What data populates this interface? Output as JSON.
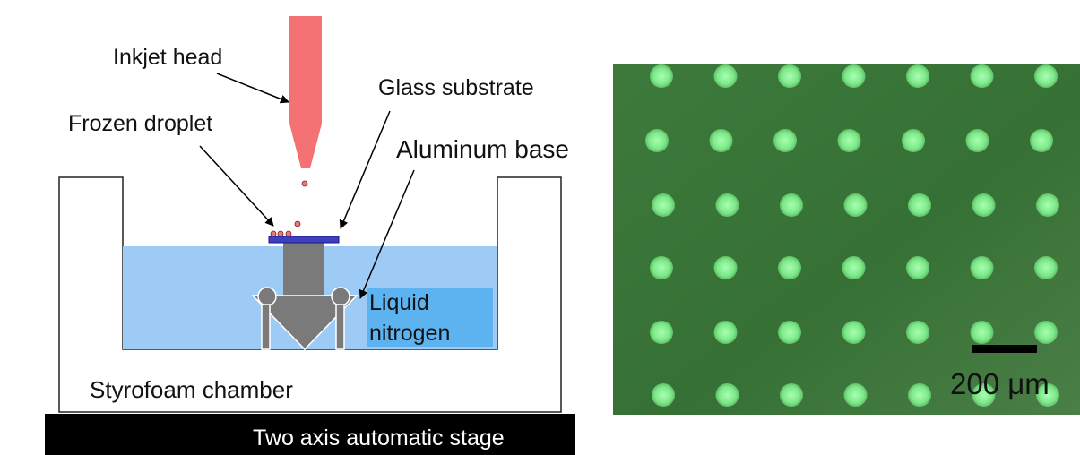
{
  "labels": {
    "inkjet_head": "Inkjet head",
    "glass_substrate": "Glass substrate",
    "frozen_droplet": "Frozen droplet",
    "aluminum_base": "Aluminum base",
    "liquid_nitrogen_line1": "Liquid",
    "liquid_nitrogen_line2": "nitrogen",
    "styrofoam_chamber": "Styrofoam chamber",
    "stage": "Two axis automatic stage",
    "scale_bar": "200 μm"
  },
  "colors": {
    "inkjet_head": "#f47174",
    "liquid_nitrogen": "#9ecbf5",
    "liquid_nitrogen_box": "#5cb3f0",
    "glass_substrate": "#3c3fc4",
    "aluminum_base": "#7a7a7a",
    "stage": "#000000",
    "micrograph_background": "#3c7a3c",
    "micrograph_dot": "#8ff59a"
  }
}
